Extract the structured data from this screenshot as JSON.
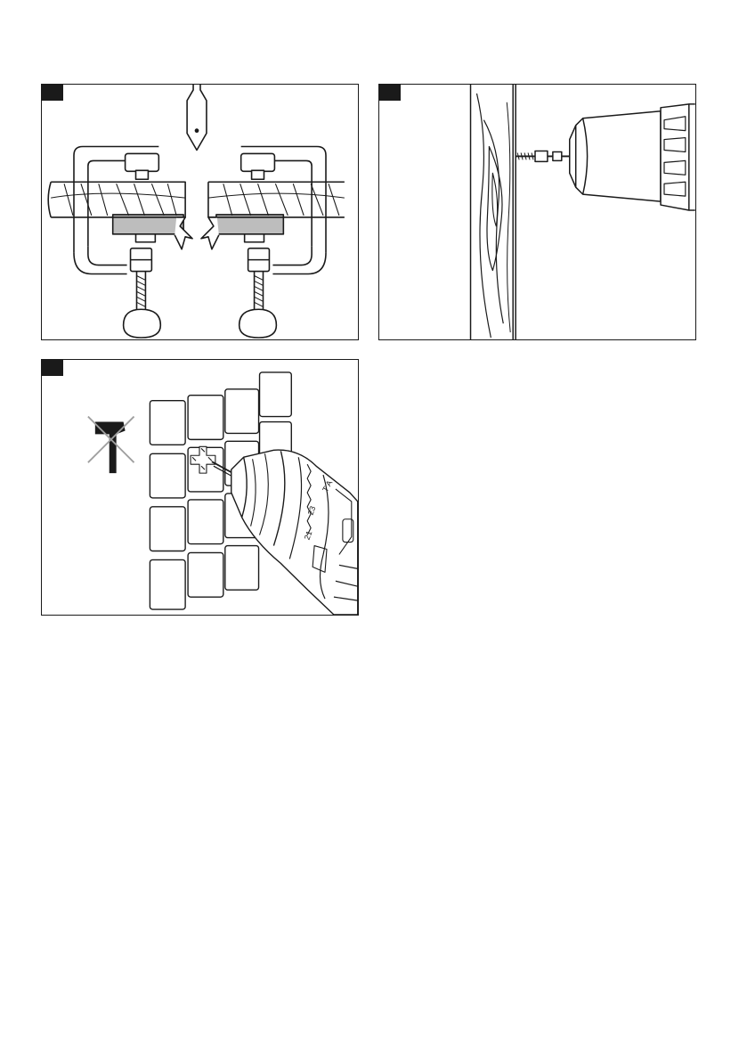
{
  "figures": [
    {
      "tag": "",
      "subject": "clamped-board-spade-bit"
    },
    {
      "tag": "",
      "subject": "screw-into-wood-chuck"
    },
    {
      "tag": "",
      "subject": "drilling-tile-no-hammer"
    }
  ],
  "colors": {
    "line": "#1a1a1a",
    "shade": "#bdbdbd",
    "cross": "#9e9e9e",
    "paper": "#ffffff"
  },
  "icons": [
    "hammer-icon",
    "cross-out-icon"
  ]
}
